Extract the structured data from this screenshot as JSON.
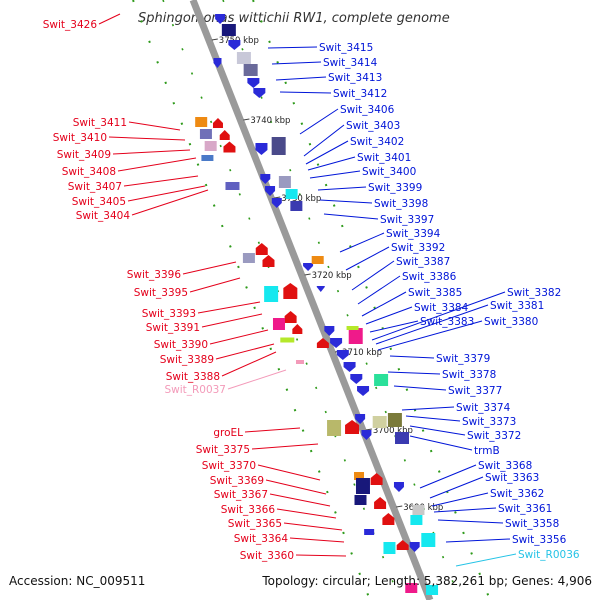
{
  "title": "Sphingomonas wittichii RW1, complete genome",
  "footer": {
    "accession": "Accession: NC_009511",
    "summary": "Topology: circular; Length: 5,382,261 bp; Genes: 4,906"
  },
  "colors": {
    "left_label": "#e4001b",
    "right_label": "#0015d8",
    "rna_label": "#f39ab9",
    "rna_label_right": "#25c3e6",
    "backbone": "#9a9a9a",
    "dotted_track": "#2e9a1a"
  },
  "kbp_marks": [
    "3750 kbp",
    "3740 kbp",
    "3730 kbp",
    "3720 kbp",
    "3710 kbp",
    "3700 kbp",
    "3690 kbp"
  ],
  "left_genes": [
    "Swit_3426",
    "Swit_3411",
    "Swit_3410",
    "Swit_3409",
    "Swit_3408",
    "Swit_3407",
    "Swit_3405",
    "Swit_3404",
    "Swit_3396",
    "Swit_3395",
    "Swit_3393",
    "Swit_3391",
    "Swit_3390",
    "Swit_3389",
    "Swit_3388",
    "Swit_R0037",
    "groEL",
    "Swit_3375",
    "Swit_3370",
    "Swit_3369",
    "Swit_3367",
    "Swit_3366",
    "Swit_3365",
    "Swit_3364",
    "Swit_3360"
  ],
  "right_genes": [
    "Swit_3415",
    "Swit_3414",
    "Swit_3413",
    "Swit_3412",
    "Swit_3406",
    "Swit_3403",
    "Swit_3402",
    "Swit_3401",
    "Swit_3400",
    "Swit_3399",
    "Swit_3398",
    "Swit_3397",
    "Swit_3394",
    "Swit_3392",
    "Swit_3387",
    "Swit_3386",
    "Swit_3385",
    "Swit_3384",
    "Swit_3383",
    "Swit_3382",
    "Swit_3381",
    "Swit_3380",
    "Swit_3379",
    "Swit_3378",
    "Swit_3377",
    "Swit_3374",
    "Swit_3373",
    "Swit_3372",
    "trmB",
    "Swit_3368",
    "Swit_3363",
    "Swit_3362",
    "Swit_3361",
    "Swit_3358",
    "Swit_3356",
    "Swit_R0036"
  ]
}
